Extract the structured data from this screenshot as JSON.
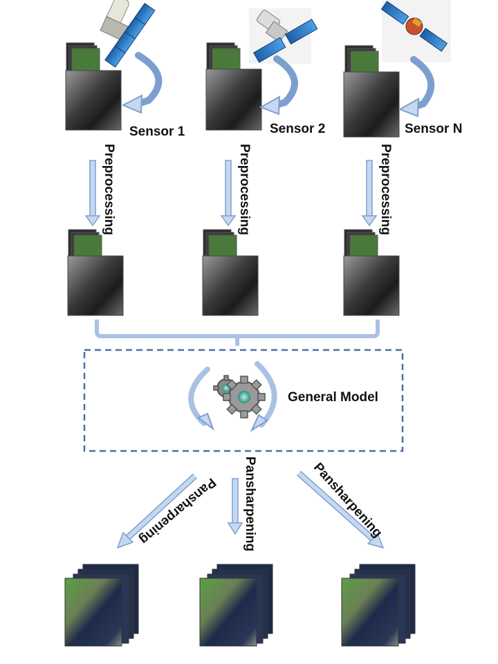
{
  "sensors": [
    {
      "label": "Sensor 1"
    },
    {
      "label": "Sensor 2"
    },
    {
      "label": "Sensor N"
    }
  ],
  "preprocessing_label": "Preprocessing",
  "model_label": "General Model",
  "pansharpening_label": "Pansharpening",
  "colors": {
    "arrow_fill": "#c6d8ef",
    "arrow_stroke": "#7d9fcf",
    "dashed_box": "#4a6fa5",
    "satellite_panel": "#2f7fc8",
    "gear": "#8c8c8c",
    "gear_center": "#3aa89a",
    "vegetation": "#4f9a3a",
    "water": "#1e2a4a"
  }
}
